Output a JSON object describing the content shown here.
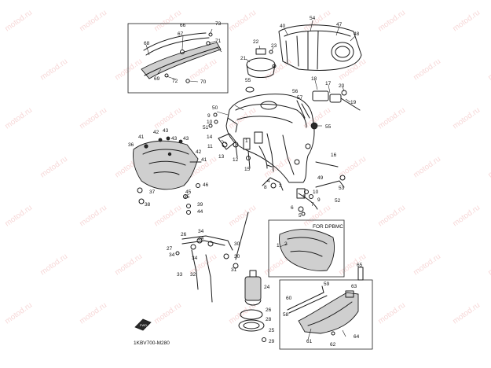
{
  "watermark": "motod.ru",
  "diagram_code": "1KBV700-M280",
  "inset_label": "FOR DPBMC",
  "fwd_label": "FWD",
  "callouts": {
    "c1": "1",
    "c2": "2",
    "c3": "3",
    "c4": "4",
    "c5": "5",
    "c6": "6",
    "c7": "7",
    "c8": "8",
    "c9": "9",
    "c10": "10",
    "c11": "11",
    "c12": "12",
    "c13": "13",
    "c14": "14",
    "c15": "15",
    "c16": "16",
    "c17": "17",
    "c18": "18",
    "c19": "19",
    "c20": "20",
    "c21": "21",
    "c22": "22",
    "c23": "23",
    "c24": "24",
    "c25": "25",
    "c26": "26",
    "c27": "27",
    "c28": "28",
    "c29": "29",
    "c30": "30",
    "c31": "31",
    "c32": "32",
    "c33": "33",
    "c34": "34",
    "c35": "35",
    "c36": "36",
    "c37": "37",
    "c38": "38",
    "c39": "39",
    "c40": "40",
    "c41": "41",
    "c42": "42",
    "c43": "43",
    "c44": "44",
    "c45": "45",
    "c46": "46",
    "c47": "47",
    "c48": "48",
    "c49": "49",
    "c50": "50",
    "c51": "51",
    "c52": "52",
    "c53": "53",
    "c54": "54",
    "c55": "55",
    "c56": "56",
    "c57": "57",
    "c58": "58",
    "c59": "59",
    "c60": "60",
    "c61": "61",
    "c62": "62",
    "c63": "63",
    "c64": "64",
    "c65": "65",
    "c66": "66",
    "c67": "67",
    "c68": "68",
    "c69": "69",
    "c70": "70",
    "c71": "71",
    "c72": "72",
    "c73": "73"
  }
}
